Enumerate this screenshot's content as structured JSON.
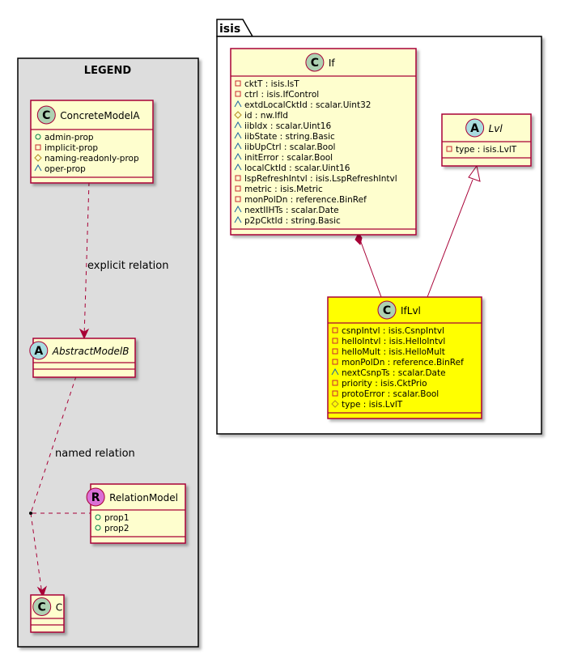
{
  "legend": {
    "title": "LEGEND",
    "classes": {
      "concrete": {
        "stereotype_letter": "C",
        "name": "ConcreteModelA",
        "attributes": [
          {
            "visibility": "+",
            "text": "admin-prop"
          },
          {
            "visibility": "-",
            "text": "implicit-prop"
          },
          {
            "visibility": "#",
            "text": "naming-readonly-prop"
          },
          {
            "visibility": "~",
            "text": "oper-prop"
          }
        ]
      },
      "abstract": {
        "stereotype_letter": "A",
        "name": "AbstractModelB",
        "attributes": []
      },
      "relation_model": {
        "stereotype_letter": "R",
        "name": "RelationModel",
        "attributes": [
          {
            "visibility": "+",
            "text": "prop1"
          },
          {
            "visibility": "+",
            "text": "prop2"
          }
        ]
      },
      "c": {
        "stereotype_letter": "C",
        "name": "C",
        "attributes": []
      }
    },
    "relations": {
      "explicit_label": "explicit relation",
      "named_label": "named relation"
    }
  },
  "package": {
    "name": "isis",
    "classes": {
      "if": {
        "stereotype_letter": "C",
        "name": "If",
        "attributes": [
          {
            "visibility": "-",
            "text": "cktT : isis.IsT"
          },
          {
            "visibility": "-",
            "text": "ctrl : isis.IfControl"
          },
          {
            "visibility": "~",
            "text": "extdLocalCktId : scalar.Uint32"
          },
          {
            "visibility": "#",
            "text": "id : nw.IfId"
          },
          {
            "visibility": "~",
            "text": "iibIdx : scalar.Uint16"
          },
          {
            "visibility": "~",
            "text": "iibState : string.Basic"
          },
          {
            "visibility": "~",
            "text": "iibUpCtrl : scalar.Bool"
          },
          {
            "visibility": "~",
            "text": "initError : scalar.Bool"
          },
          {
            "visibility": "~",
            "text": "localCktId : scalar.Uint16"
          },
          {
            "visibility": "-",
            "text": "lspRefreshIntvl : isis.LspRefreshIntvl"
          },
          {
            "visibility": "-",
            "text": "metric : isis.Metric"
          },
          {
            "visibility": "-",
            "text": "monPolDn : reference.BinRef"
          },
          {
            "visibility": "~",
            "text": "nextIIHTs : scalar.Date"
          },
          {
            "visibility": "~",
            "text": "p2pCktId : string.Basic"
          }
        ]
      },
      "lvl": {
        "stereotype_letter": "A",
        "name": "Lvl",
        "attributes": [
          {
            "visibility": "-",
            "text": "type : isis.LvlT"
          }
        ]
      },
      "iflvl": {
        "stereotype_letter": "C",
        "name": "IfLvl",
        "attributes": [
          {
            "visibility": "-",
            "text": "csnpIntvl : isis.CsnpIntvl"
          },
          {
            "visibility": "-",
            "text": "helloIntvl : isis.HelloIntvl"
          },
          {
            "visibility": "-",
            "text": "helloMult : isis.HelloMult"
          },
          {
            "visibility": "-",
            "text": "monPolDn : reference.BinRef"
          },
          {
            "visibility": "~",
            "text": "nextCsnpTs : scalar.Date"
          },
          {
            "visibility": "-",
            "text": "priority : isis.CktPrio"
          },
          {
            "visibility": "-",
            "text": "protoError : scalar.Bool"
          },
          {
            "visibility": "#",
            "text": "type : isis.LvlT"
          }
        ]
      }
    }
  },
  "colors": {
    "class_fill": "#fefece",
    "class_border": "#a80036",
    "highlight_fill": "#ffff00",
    "legend_fill": "#dddddd",
    "class_circle": "#add1b2",
    "abstract_circle": "#a9dcdf",
    "relation_circle": "#da70d6",
    "public_vis": "#038048",
    "private_vis": "#c82930",
    "protected_vis": "#b38d22",
    "package_vis": "#1963a0"
  }
}
